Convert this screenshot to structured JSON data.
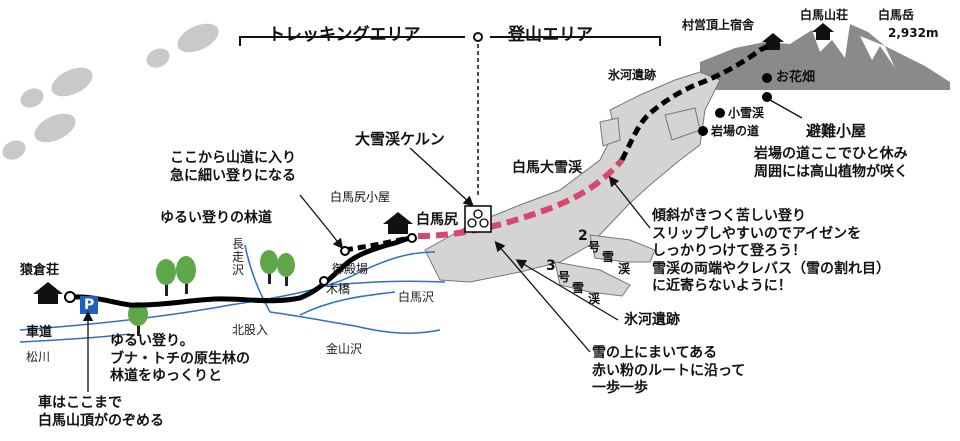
{
  "zones": {
    "trekking": "トレッキングエリア",
    "climbing": "登山エリア"
  },
  "places": {
    "sarukura": "猿倉荘",
    "parking": "P",
    "shado": "車道",
    "hakuba_jiri_hut": "白馬尻小屋",
    "hakuba_jiri": "白馬尻",
    "daisekkei_cairn": "大雪渓ケルン",
    "daisekkei": "白馬大雪渓",
    "sanso": "白馬山荘",
    "chojo_shukusha": "村営頂上宿舎",
    "hakuba_dake": "白馬岳",
    "summit_elev": "2,932m",
    "hyoga_top": "氷河遺跡",
    "ohanabatake": "お花畑",
    "koyukikei": "小雪渓",
    "iwaba": "岩場の道",
    "hinan": "避難小屋",
    "gotenba": "御殿場",
    "kihashi": "木橋",
    "hyoga_bottom": "氷河遺跡"
  },
  "rivers": {
    "matsukawa": "松川",
    "kitamata": "北股入",
    "kanayama": "金山沢",
    "hakuba_sawa": "白馬沢",
    "chosozawa": "長\n走\n沢"
  },
  "gorges": {
    "g2": {
      "num": "2",
      "go": "号",
      "sets": [
        "雪",
        "渓"
      ]
    },
    "g3": {
      "num": "3",
      "go": "号",
      "sets": [
        "雪",
        "渓"
      ]
    }
  },
  "notes": {
    "forest_road": "ゆるい登りの林道",
    "mountain_path": "ここから山道に入り\n急に細い登りになる",
    "beech": "ゆるい登り。\nブナ・トチの原生林の\n林道をゆっくりと",
    "car_view": "車はここまで\n白馬山頂がのぞめる",
    "steep": "傾斜がきつく苦しい登り\nスリップしやすいのでアイゼンを\nしっかりつけて登ろう！\n雪渓の両端やクレバス（雪の割れ目）\nに近寄らないように！",
    "red_route": "雪の上にまいてある\n赤い粉のルートに沿って\n一歩一歩",
    "rest": "岩場の道ここでひと休み\n周囲には高山植物が咲く"
  },
  "colors": {
    "route": "#000000",
    "snow_route": "#d6496f",
    "river": "#2f6fc7",
    "snowfield": "#d4d4d4",
    "tree": "#5fa84a",
    "parking": "#1f5fbf"
  }
}
